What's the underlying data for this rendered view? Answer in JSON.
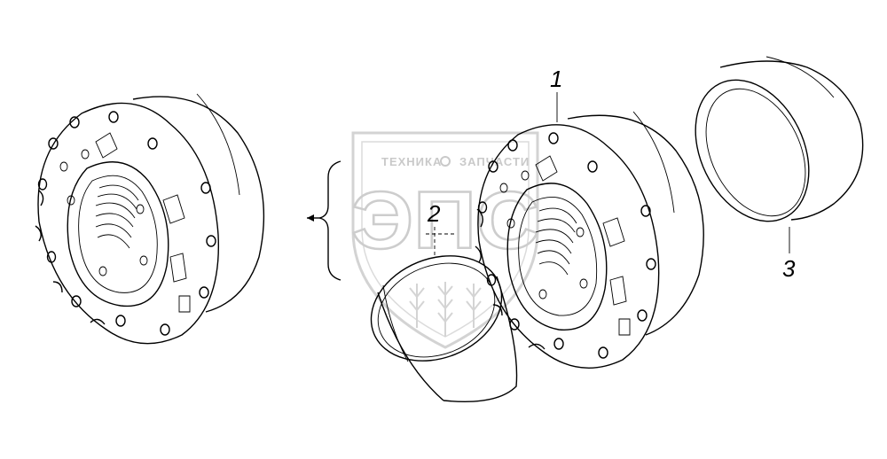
{
  "watermark": {
    "line1_left": "ТЕХНИКА",
    "line1_right": "ЗАПЧАСТИ",
    "logo_letters": "ЭПС",
    "color": "#c8c8c8"
  },
  "callouts": {
    "part1": "1",
    "part2": "2",
    "part3": "3"
  },
  "parts": [
    {
      "name": "hub-assembly-left",
      "icon": "wheel-hub-icon"
    },
    {
      "name": "hub",
      "callout": "1",
      "icon": "wheel-hub-icon"
    },
    {
      "name": "bearing-race-inner",
      "callout": "2",
      "icon": "ring-icon"
    },
    {
      "name": "bearing-race-outer",
      "callout": "3",
      "icon": "ring-icon"
    }
  ]
}
